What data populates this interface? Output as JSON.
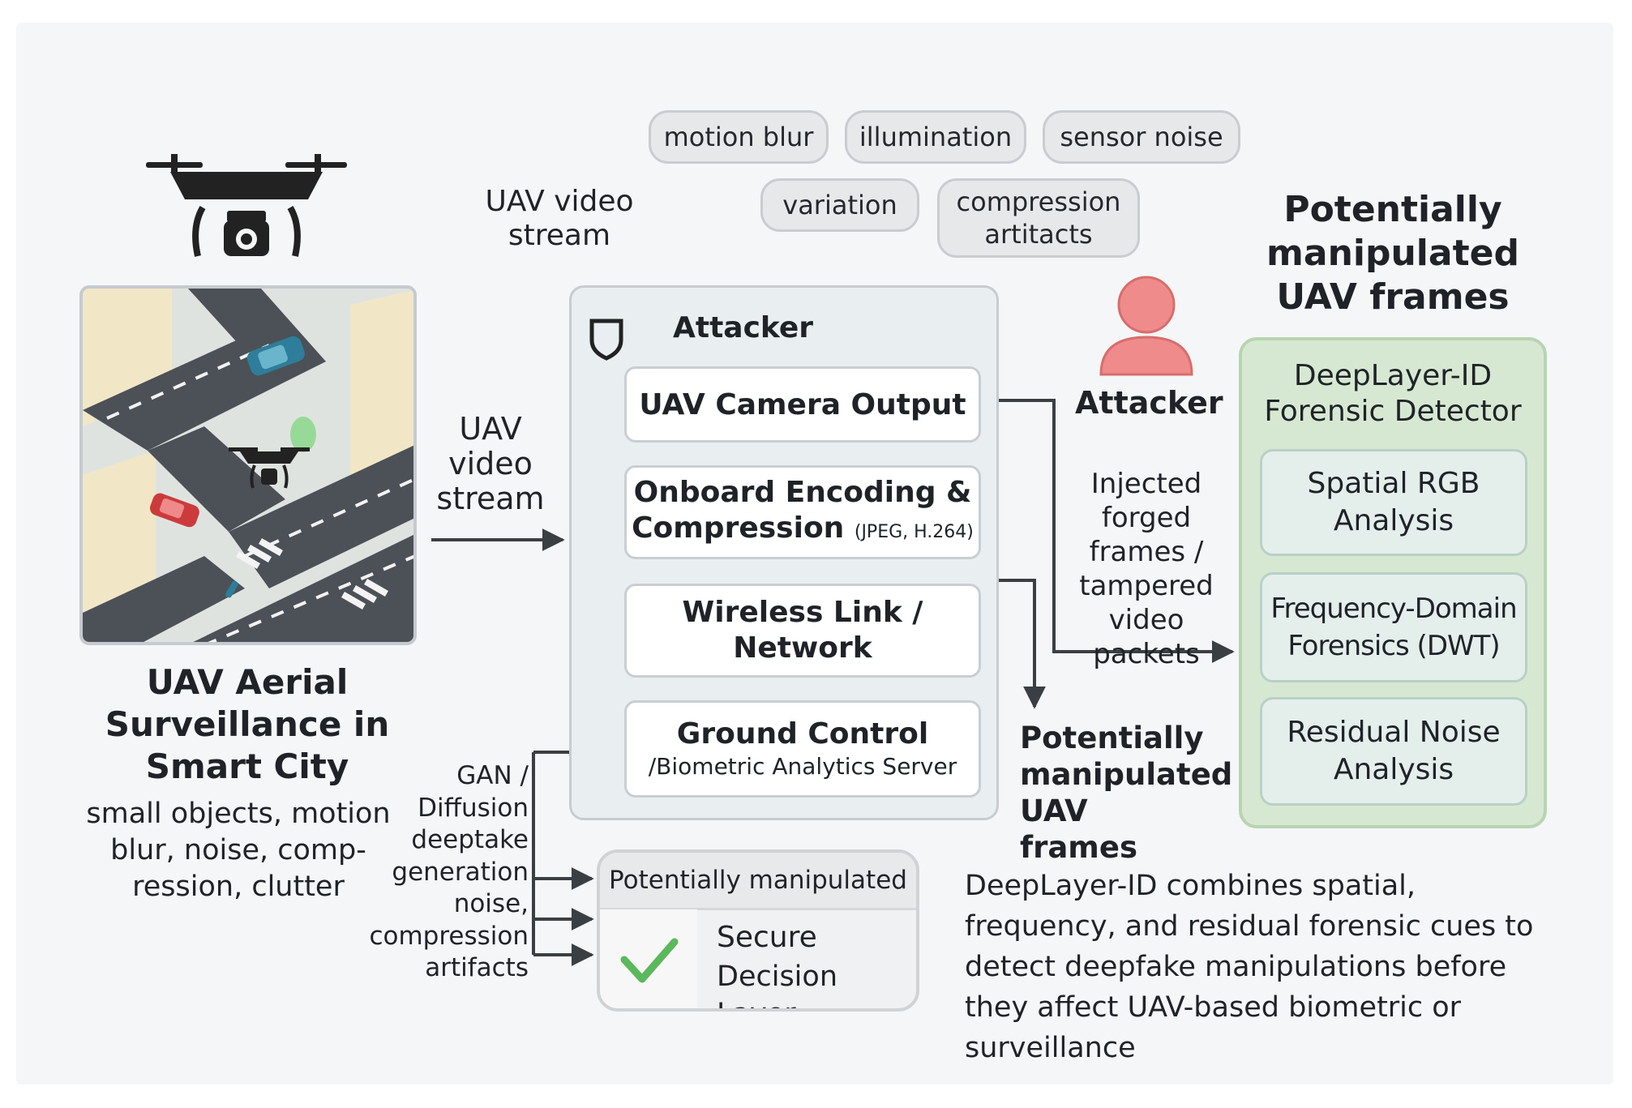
{
  "title": {
    "left_title": "UAV Aerial Surveillance in Smart City",
    "left_subtitle": "small objects, motion blur, noise, comp-ression, clutter"
  },
  "labels": {
    "top_stream": "UAV video stream",
    "mid_stream": "UAV video stream",
    "attacker_panel_title": "Attacker",
    "attacker_figure": "Attacker",
    "injected": "Injected forged frames / tampered video packets",
    "potentially_mid": "Potentially manipulated UAV frames",
    "potentially_top": "Potentially manipulated UAV frames",
    "gan_note": "GAN / Diffusion deeptake generation noise, compression artifacts"
  },
  "chips": [
    {
      "label": "motion blur"
    },
    {
      "label": "illumination"
    },
    {
      "label": "sensor noise"
    },
    {
      "label": "variation"
    },
    {
      "label": "compression artitacts"
    }
  ],
  "pipeline": {
    "camera": "UAV Camera Output",
    "encoding_main": "Onboard Encoding & Compression",
    "encoding_small": "(JPEG, H.264)",
    "wireless": "Wireless Link / Network",
    "ground_1": "Ground Control",
    "ground_2": "/Biometric Analytics Server"
  },
  "detector": {
    "title": "DeepLayer-ID Forensic Detector",
    "modules": [
      "Spatial RGB Analysis",
      "Frequency-Domain Forensics (DWT)",
      "Residual Noise Analysis"
    ]
  },
  "decision": {
    "header": "Potentially manipulated",
    "line1": "Secure",
    "line2": "Decision Layer"
  },
  "caption": "DeepLayer-ID combines spatial, frequency, and residual forensic cues to detect deepfake manipulations before they affect UAV-based biometric or surveillance",
  "colors": {
    "attacker_person": "#f08b8b",
    "detector_fill": "#d7e8d2",
    "check": "#5cb85c",
    "arrow": "#3a3f44"
  }
}
